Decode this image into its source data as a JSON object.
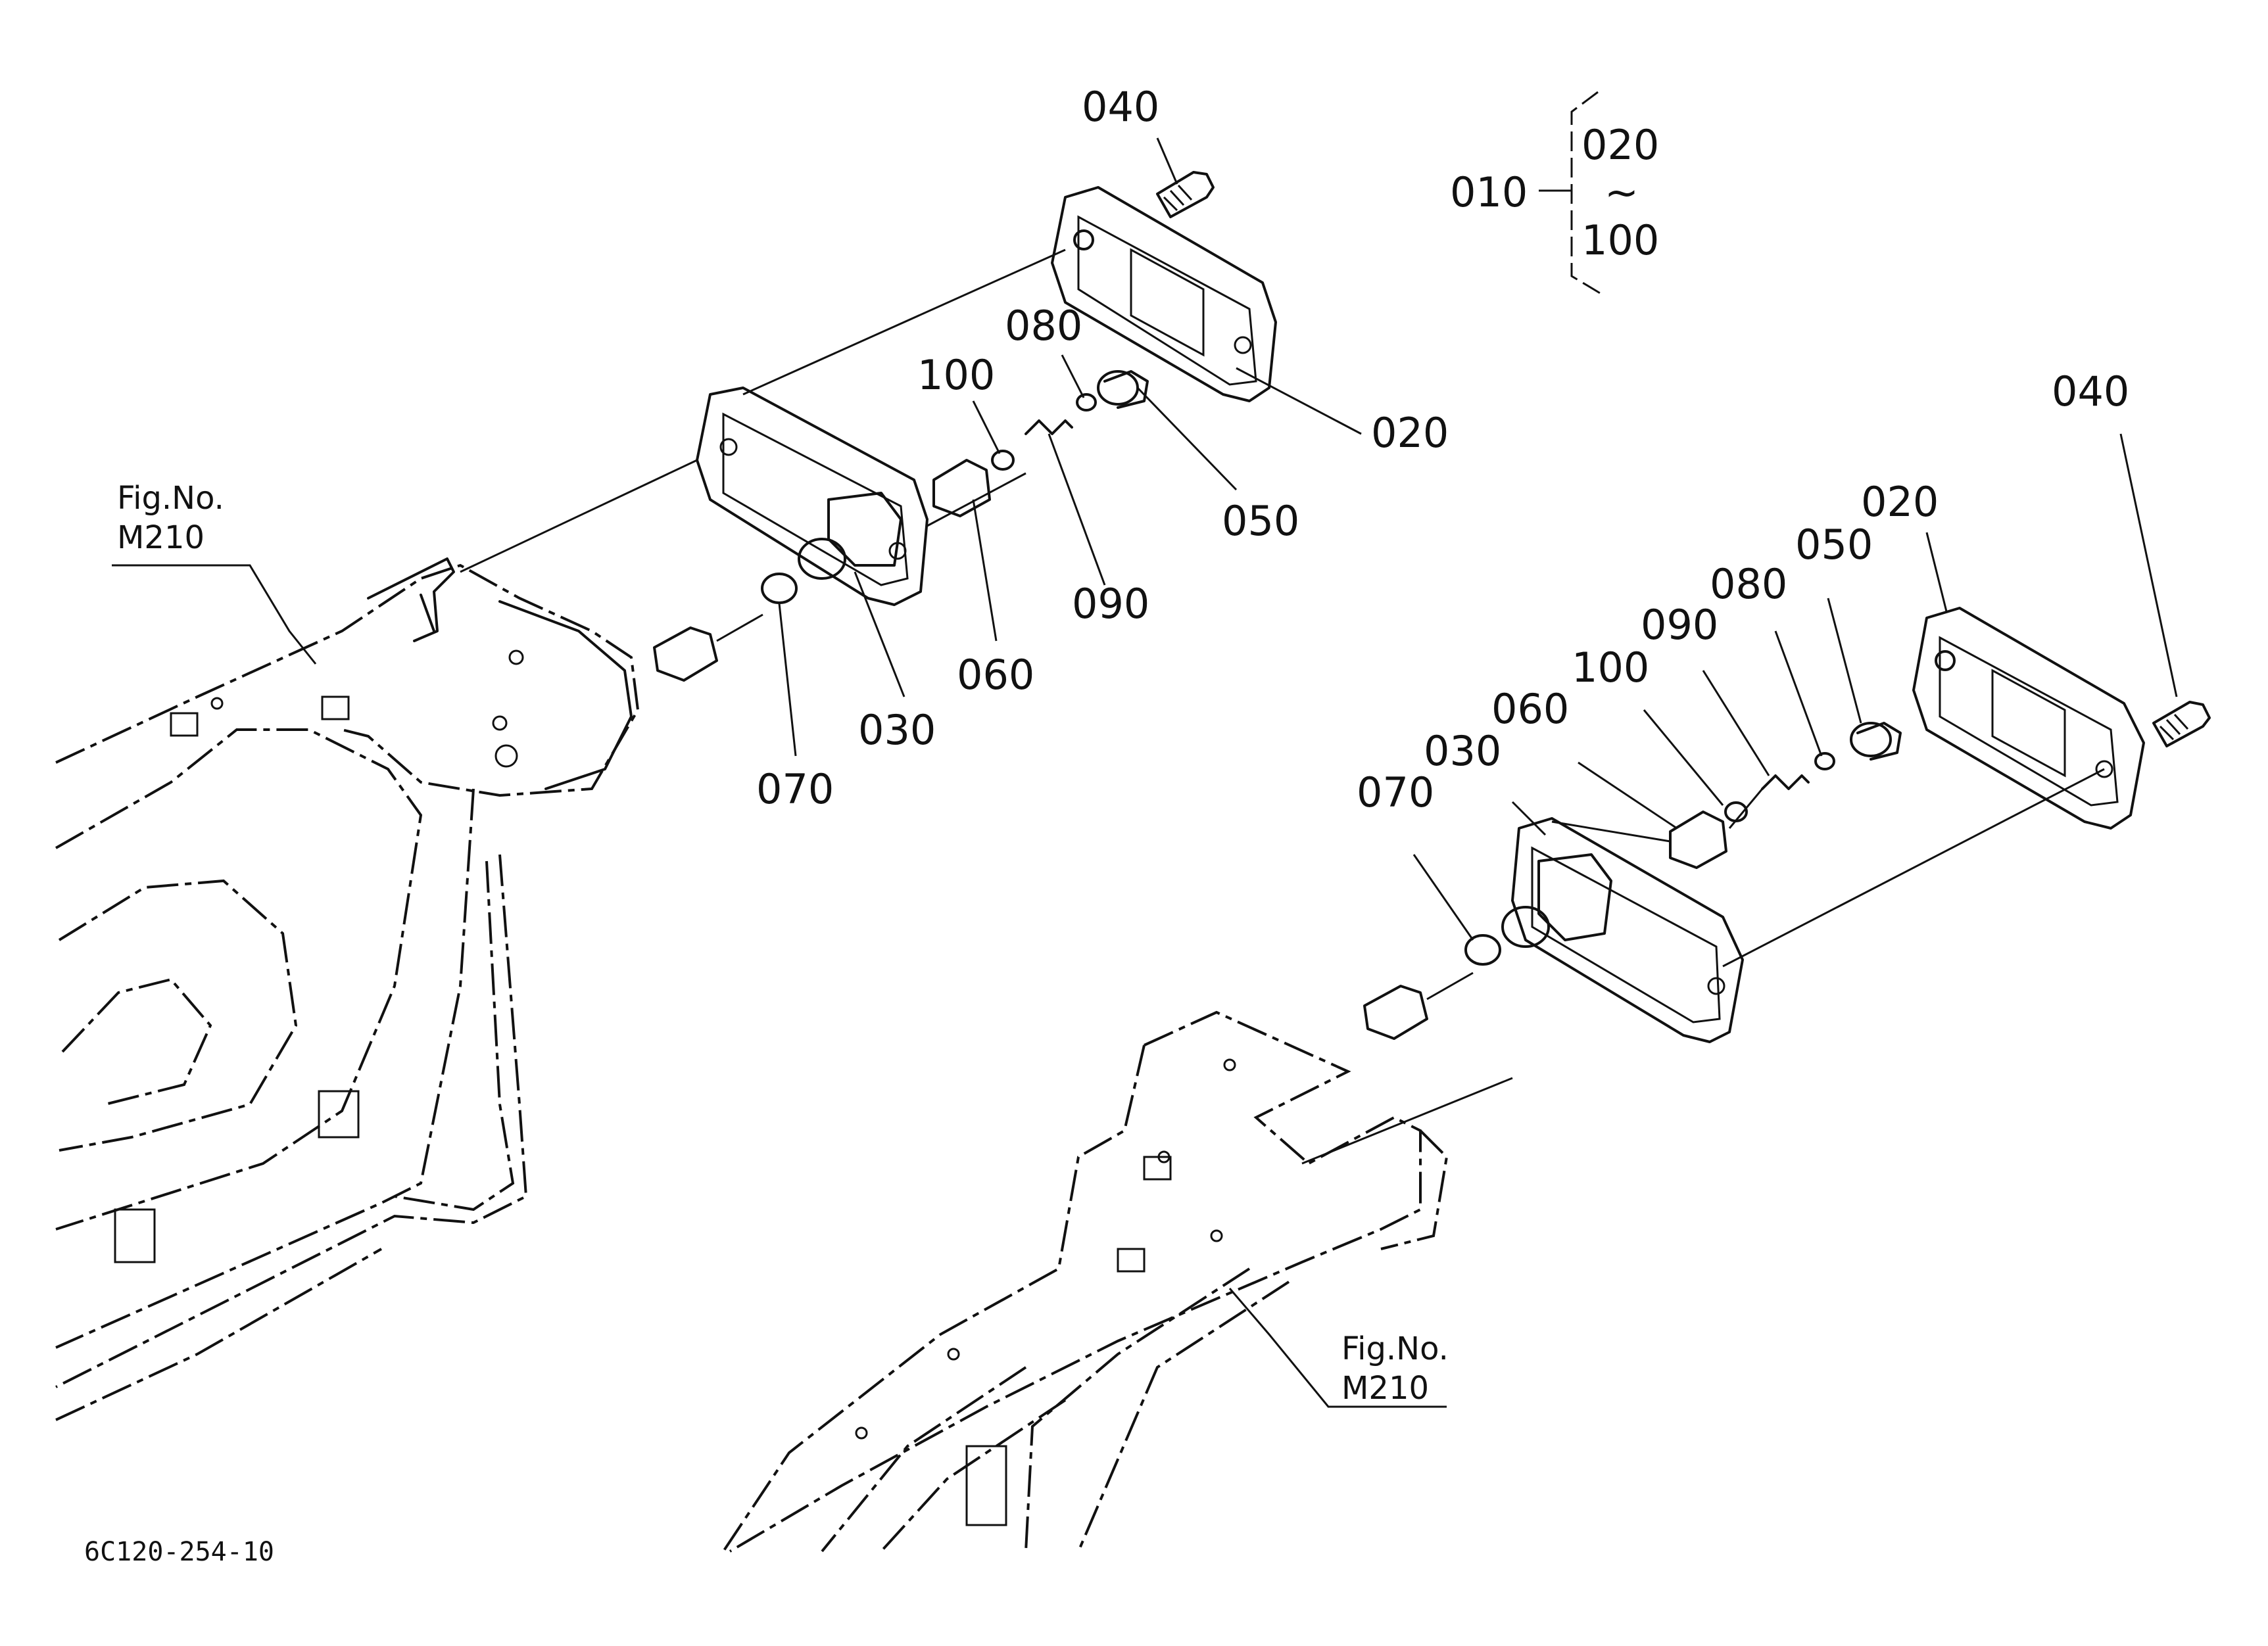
{
  "colors": {
    "ink": "#111111",
    "background": "#ffffff"
  },
  "assembly": {
    "parent": "010",
    "range_start": "020",
    "range_tilde": "~",
    "range_end": "100"
  },
  "callouts": {
    "left": {
      "c040": "040",
      "c020": "020",
      "c080": "080",
      "c100": "100",
      "c050": "050",
      "c090": "090",
      "c060": "060",
      "c030": "030",
      "c070": "070"
    },
    "right": {
      "c040": "040",
      "c020": "020",
      "c050": "050",
      "c080": "080",
      "c090": "090",
      "c100": "100",
      "c060": "060",
      "c030": "030",
      "c070": "070"
    }
  },
  "references": {
    "left": {
      "line1": "Fig.No.",
      "line2": "M210"
    },
    "right": {
      "line1": "Fig.No.",
      "line2": "M210"
    }
  },
  "drawing_code": "6C120-254-10"
}
